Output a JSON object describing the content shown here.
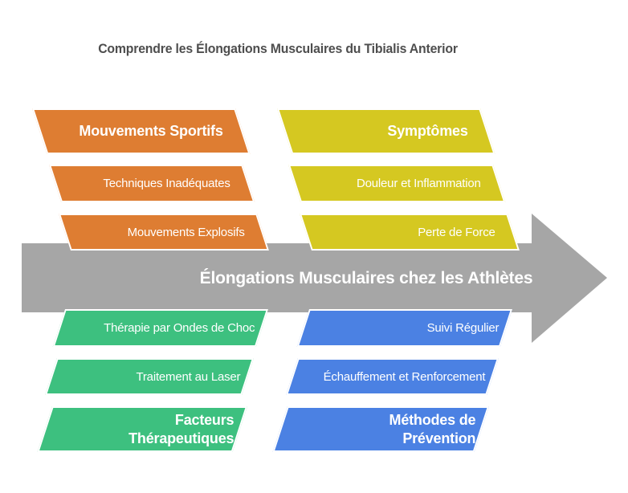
{
  "title": {
    "text": "Comprendre les Élongations Musculaires du Tibialis Anterior",
    "color": "#4E4E4E"
  },
  "arrow": {
    "label": "Élongations Musculaires chez les Athlètes",
    "body_color": "#A6A6A6",
    "label_color": "#FFFFFF"
  },
  "groups": [
    {
      "position": "top-left",
      "color": "#DE7D32",
      "header": "Mouvements Sportifs",
      "items": [
        "Techniques Inadéquates",
        "Mouvements Explosifs"
      ]
    },
    {
      "position": "top-right",
      "color": "#D5C821",
      "header": "Symptômes",
      "items": [
        "Douleur et Inflammation",
        "Perte de Force"
      ]
    },
    {
      "position": "bottom-left",
      "color": "#3DC07F",
      "header": "Facteurs Thérapeutiques",
      "items": [
        "Thérapie par Ondes de Choc",
        "Traitement au Laser"
      ]
    },
    {
      "position": "bottom-right",
      "color": "#4B81E3",
      "header": "Méthodes de Prévention",
      "items": [
        "Suivi Régulier",
        "Échauffement et Renforcement"
      ]
    }
  ]
}
